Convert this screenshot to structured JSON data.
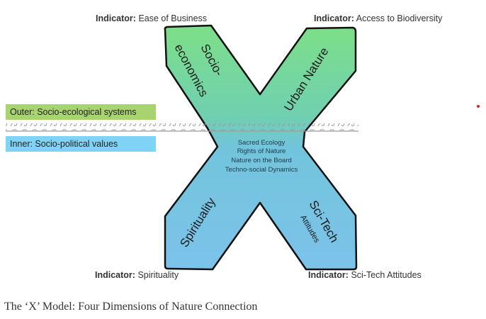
{
  "indicators": {
    "top_left": {
      "label": "Indicator:",
      "value": "Ease of Business"
    },
    "top_right": {
      "label": "Indicator:",
      "value": "Access to Biodiversity"
    },
    "bottom_left": {
      "label": "Indicator:",
      "value": "Spirituality"
    },
    "bottom_right": {
      "label": "Indicator:",
      "value": "Sci-Tech Attitudes"
    }
  },
  "layers": {
    "outer": "Outer: Socio-ecological systems",
    "inner": "Inner: Socio-political values"
  },
  "arms": {
    "top_left_line1": "Socio-",
    "top_left_line2": "economics",
    "top_right": "Urban Nature",
    "bottom_left": "Spirituality",
    "bottom_right": "Sci-Tech",
    "bottom_right_sub": "Attitudes"
  },
  "center_items": [
    "Sacred Ecology",
    "Rights of Nature",
    "Nature on the Board",
    "Techno-social Dynamics"
  ],
  "colors": {
    "outer_green": "#a8d46f",
    "inner_blue": "#7fd3f5",
    "x_top_green": "#7ddf8a",
    "x_bottom_blue": "#7cc4e8",
    "outline": "#111111"
  },
  "caption": "The ‘X’ Model: Four Dimensions of Nature Connection"
}
